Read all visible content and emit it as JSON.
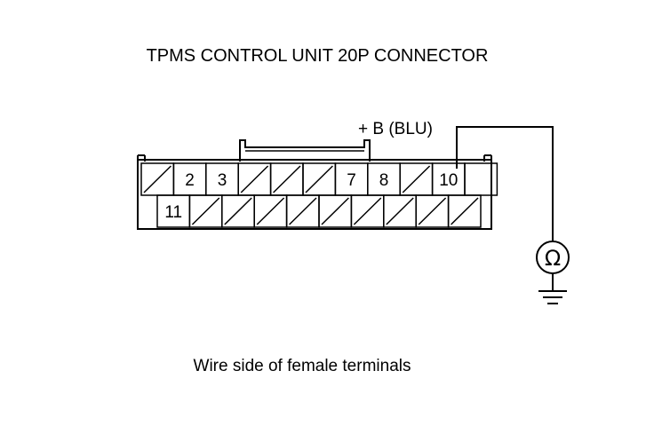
{
  "diagram": {
    "title": "TPMS CONTROL UNIT 20P CONNECTOR",
    "caption": "Wire side of female terminals",
    "wire_label": "+ B (BLU)",
    "meter_symbol": "Ω",
    "meter_icon": "ohmmeter-icon",
    "ground_icon": "ground-icon",
    "connector": {
      "top_row": [
        {
          "label": "",
          "hatched": true
        },
        {
          "label": "2",
          "hatched": false
        },
        {
          "label": "3",
          "hatched": false
        },
        {
          "label": "",
          "hatched": true
        },
        {
          "label": "",
          "hatched": true
        },
        {
          "label": "",
          "hatched": true
        },
        {
          "label": "7",
          "hatched": false
        },
        {
          "label": "8",
          "hatched": false
        },
        {
          "label": "",
          "hatched": true
        },
        {
          "label": "10",
          "hatched": false
        },
        {
          "label": "",
          "hatched": false
        }
      ],
      "bottom_row": [
        {
          "label": "11",
          "hatched": false
        },
        {
          "label": "",
          "hatched": true
        },
        {
          "label": "",
          "hatched": true
        },
        {
          "label": "",
          "hatched": true
        },
        {
          "label": "",
          "hatched": true
        },
        {
          "label": "",
          "hatched": true
        },
        {
          "label": "",
          "hatched": true
        },
        {
          "label": "",
          "hatched": true
        },
        {
          "label": "",
          "hatched": true
        },
        {
          "label": "",
          "hatched": true
        }
      ]
    }
  }
}
